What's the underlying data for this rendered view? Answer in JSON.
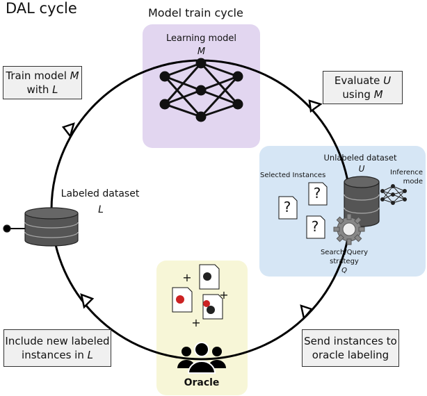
{
  "diagram": {
    "title": "DAL cycle",
    "subtitle": "Model train cycle",
    "model_panel": {
      "label": "Learning model",
      "symbol": "M"
    },
    "unlabeled_panel": {
      "label": "Unlabeled dataset",
      "symbol": "U",
      "inference_label": "Inference mode",
      "selected_label": "Selected Instances",
      "strategy_label": "Search/Query strategy",
      "strategy_symbol": "Q",
      "question_mark": "?"
    },
    "labeled_dataset": {
      "label": "Labeled dataset",
      "symbol": "L"
    },
    "oracle": {
      "label": "Oracle",
      "plus": "+"
    },
    "steps": {
      "train": {
        "line1_text": "Train model ",
        "line1_sym": "M",
        "line2_text": "with ",
        "line2_sym": "L"
      },
      "evaluate": {
        "line1_text": "Evaluate ",
        "line1_sym": "U",
        "line2_text": "using ",
        "line2_sym": "M"
      },
      "send": {
        "line1": "Send instances to",
        "line2": "oracle labeling"
      },
      "include": {
        "line1": "Include new labeled",
        "line2_text": "instances in ",
        "line2_sym": "L"
      }
    },
    "colors": {
      "model_panel": "#e2d6f0",
      "unlabeled_panel": "#d6e6f5",
      "oracle_panel": "#f7f6d7",
      "box_fill": "#f0f0f0",
      "cycle_line": "#000000",
      "db_fill": "#555555"
    },
    "icons": [
      "neural-network-icon",
      "database-icon",
      "gear-icon",
      "document-icon",
      "users-icon",
      "arrowhead-icon"
    ]
  }
}
